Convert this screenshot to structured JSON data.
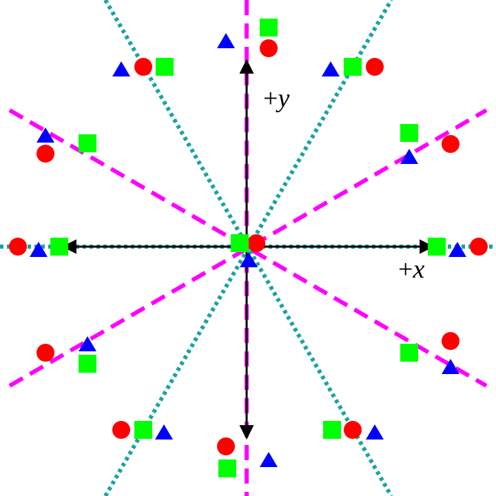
{
  "labels": {
    "x_sign": "+",
    "x_var": "x",
    "y_sign": "+",
    "y_var": "y"
  },
  "colors": {
    "background": "#ffffff",
    "axis": "#000000",
    "dashed_line": "#ff00ff",
    "dotted_line": "#1aa3a3",
    "circle": "#ff0000",
    "square": "#00ff00",
    "triangle": "#0000ff"
  },
  "line_styles": {
    "magenta": "dashed",
    "teal": "dotted"
  },
  "marker_shapes": [
    "circle",
    "square",
    "triangle"
  ],
  "center_marker_order": [
    "square",
    "circle",
    "triangle"
  ]
}
